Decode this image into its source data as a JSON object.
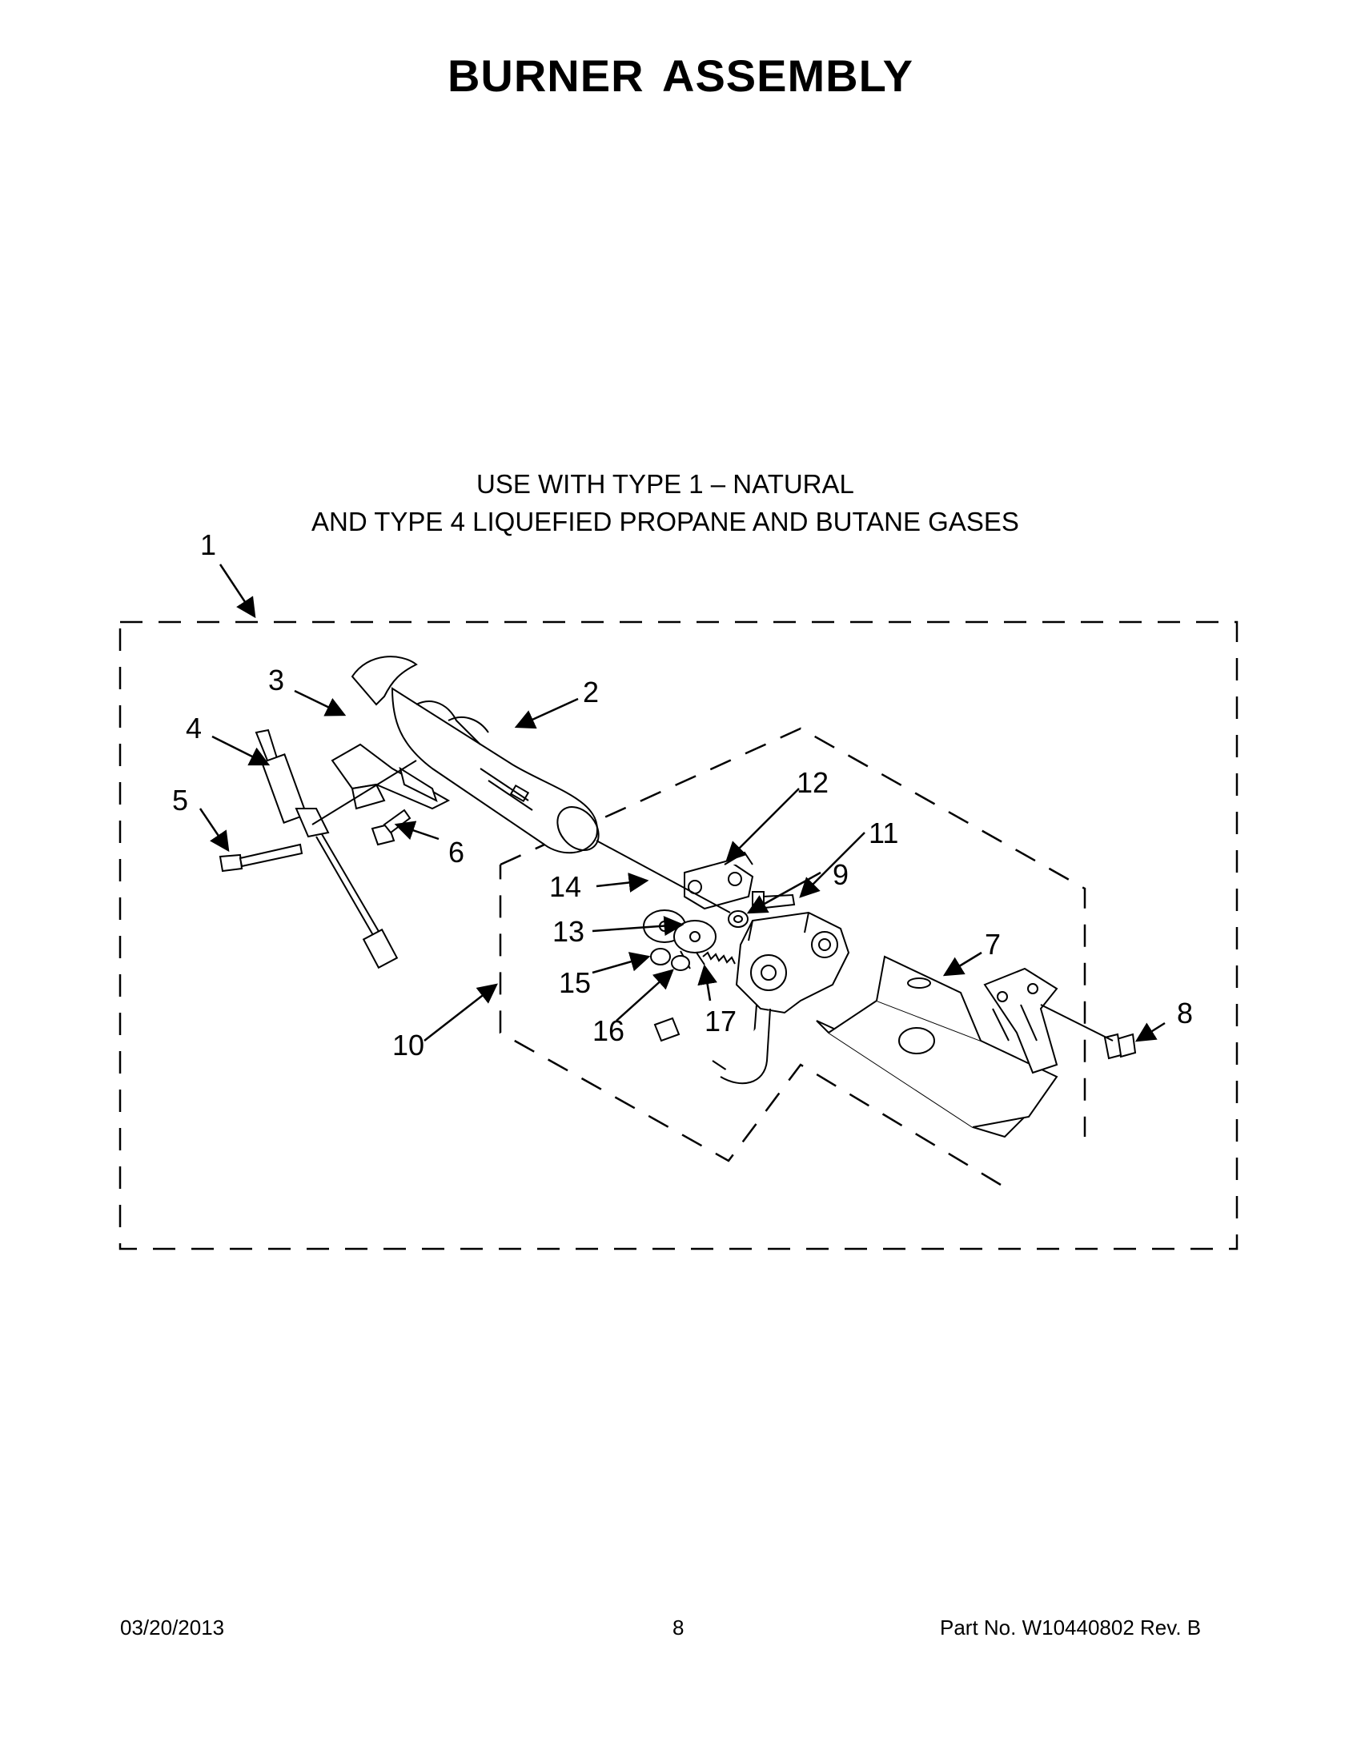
{
  "title": "BURNER ASSEMBLY",
  "subtitle_line1": "USE WITH TYPE 1  –   NATURAL",
  "subtitle_line2": "AND TYPE 4    LIQUEFIED PROPANE AND BUTANE GASES",
  "callouts": [
    "1",
    "2",
    "3",
    "4",
    "5",
    "6",
    "7",
    "8",
    "9",
    "10",
    "11",
    "12",
    "13",
    "14",
    "15",
    "16",
    "17"
  ],
  "footer": {
    "date": "03/20/2013",
    "page": "8",
    "part": "Part No.  W10440802  Rev.  B"
  }
}
